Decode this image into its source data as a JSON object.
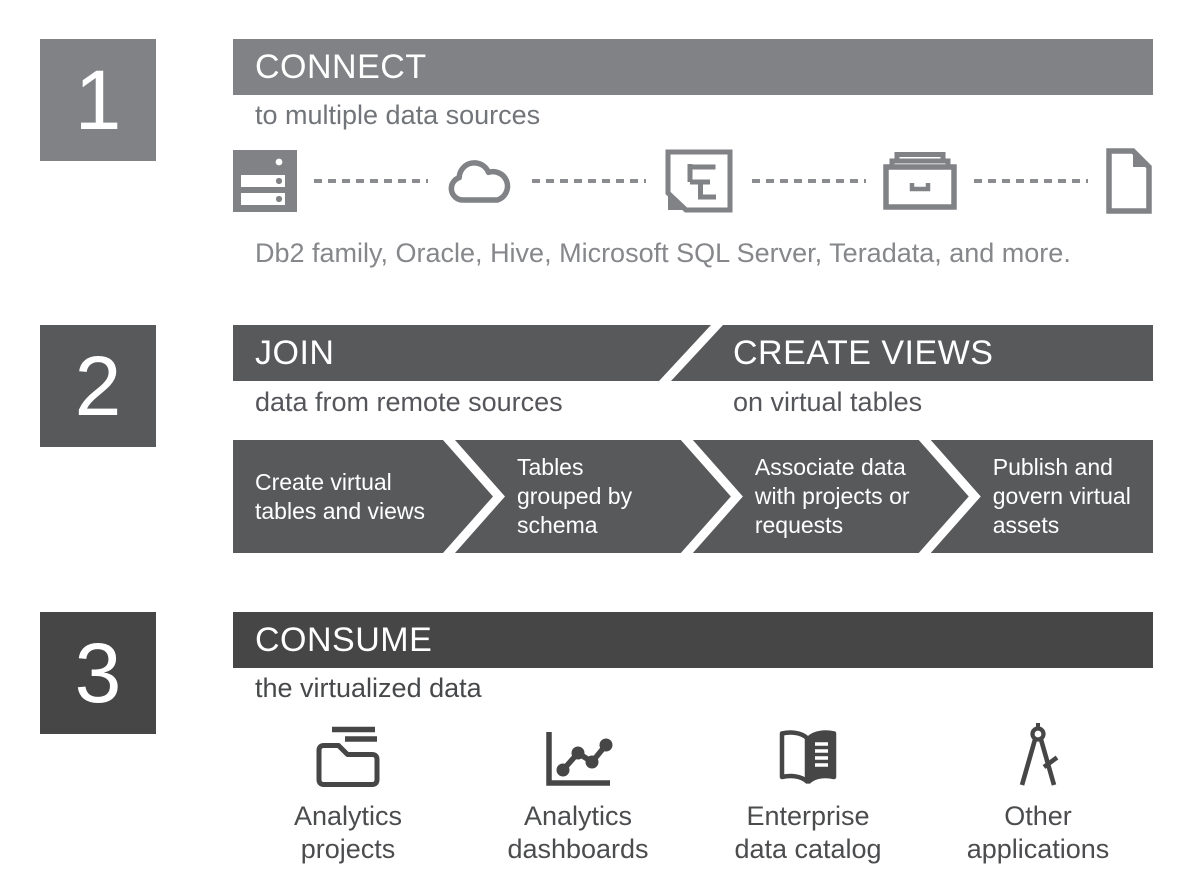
{
  "colors": {
    "step1_accent": "#808285",
    "step2_accent": "#58595b",
    "step3_accent": "#464646",
    "note_text": "#85878a",
    "bar_text": "#ffffff",
    "background": "#ffffff"
  },
  "steps": [
    {
      "number": "1",
      "title": "CONNECT",
      "subtitle": "to multiple data sources",
      "note": "Db2 family, Oracle, Hive, Microsoft SQL Server, Teradata, and more.",
      "source_icons": [
        "server-icon",
        "cloud-icon",
        "schema-document-icon",
        "card-drawer-icon",
        "document-icon"
      ]
    },
    {
      "number": "2",
      "join_title": "JOIN",
      "join_subtitle": "data from remote sources",
      "views_title": "CREATE VIEWS",
      "views_subtitle": "on virtual tables",
      "chevrons": [
        "Create virtual\ntables and views",
        "Tables\ngrouped by\nschema",
        "Associate data\nwith projects or\nrequests",
        "Publish and\ngovern virtual\nassets"
      ]
    },
    {
      "number": "3",
      "title": "CONSUME",
      "subtitle": "the virtualized data",
      "consumers": [
        {
          "icon": "analytics-projects-folder-icon",
          "label": "Analytics\nprojects"
        },
        {
          "icon": "analytics-dashboards-chart-icon",
          "label": "Analytics\ndashboards"
        },
        {
          "icon": "enterprise-data-catalog-book-icon",
          "label": "Enterprise\ndata catalog"
        },
        {
          "icon": "other-applications-compass-icon",
          "label": "Other\napplications"
        }
      ]
    }
  ]
}
